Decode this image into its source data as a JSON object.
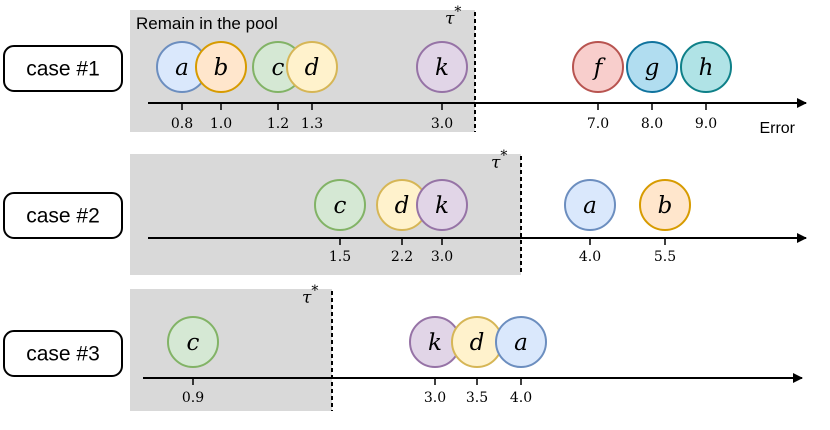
{
  "pool_label": "Remain in the pool",
  "axis_label": "Error",
  "threshold_symbol": "τ",
  "threshold_superscript": "*",
  "colors": {
    "pool_bg": "#d9d9d9",
    "a": {
      "fill": "#dae8fc",
      "stroke": "#6c8ebf"
    },
    "b": {
      "fill": "#ffe6cc",
      "stroke": "#d79b00"
    },
    "c": {
      "fill": "#d5e8d4",
      "stroke": "#82b366"
    },
    "d": {
      "fill": "#fff2cc",
      "stroke": "#d6b656"
    },
    "k": {
      "fill": "#e1d5e7",
      "stroke": "#9673a6"
    },
    "f": {
      "fill": "#f8cecc",
      "stroke": "#b85450"
    },
    "g": {
      "fill": "#b1ddf0",
      "stroke": "#10739e"
    },
    "h": {
      "fill": "#b0e3e6",
      "stroke": "#0e8088"
    }
  },
  "cases": [
    {
      "label": "case #1",
      "points": [
        {
          "name": "a",
          "tick": "0.8"
        },
        {
          "name": "b",
          "tick": "1.0"
        },
        {
          "name": "c",
          "tick": "1.2"
        },
        {
          "name": "d",
          "tick": "1.3"
        },
        {
          "name": "k",
          "tick": "3.0"
        },
        {
          "name": "f",
          "tick": "7.0"
        },
        {
          "name": "g",
          "tick": "8.0"
        },
        {
          "name": "h",
          "tick": "9.0"
        }
      ]
    },
    {
      "label": "case #2",
      "points": [
        {
          "name": "c",
          "tick": "1.5"
        },
        {
          "name": "d",
          "tick": "2.2"
        },
        {
          "name": "k",
          "tick": "3.0"
        },
        {
          "name": "a",
          "tick": "4.0"
        },
        {
          "name": "b",
          "tick": "5.5"
        }
      ]
    },
    {
      "label": "case #3",
      "points": [
        {
          "name": "c",
          "tick": "0.9"
        },
        {
          "name": "k",
          "tick": "3.0"
        },
        {
          "name": "d",
          "tick": "3.5"
        },
        {
          "name": "a",
          "tick": "4.0"
        }
      ]
    }
  ]
}
